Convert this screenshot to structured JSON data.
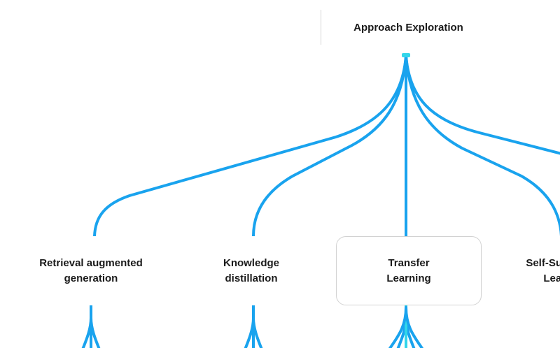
{
  "diagram": {
    "root": {
      "label": "Approach Exploration"
    },
    "children": [
      {
        "label": "Retrieval augmented\ngeneration",
        "selected": false
      },
      {
        "label": "Knowledge\ndistillation",
        "selected": false
      },
      {
        "label": "Transfer\nLearning",
        "selected": true
      },
      {
        "label": "Self-Supervised\nLearning",
        "selected": false
      }
    ],
    "colors": {
      "link": "#19a3ee",
      "link_highlight": "#33d6ea",
      "node_border": "#d2d2d2",
      "text": "#1a1a1a"
    }
  }
}
